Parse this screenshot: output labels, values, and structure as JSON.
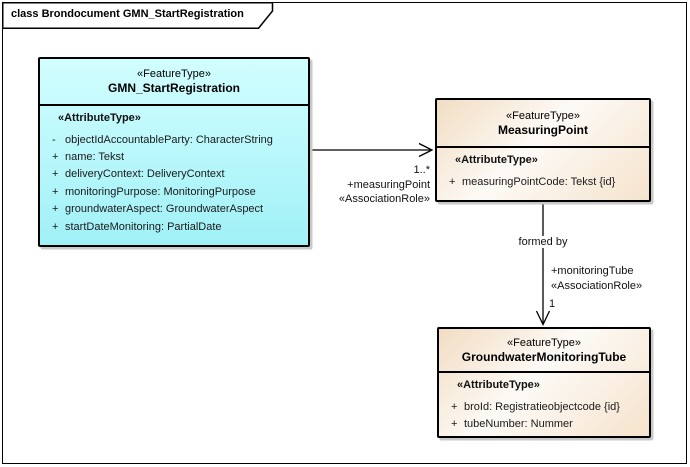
{
  "frame": {
    "title": "class Brondocument GMN_StartRegistration"
  },
  "classes": [
    {
      "stereotype": "«FeatureType»",
      "name": "GMN_StartRegistration",
      "compartment_stereotype": "«AttributeType»",
      "fill_top": "#d2feff",
      "fill_bottom": "#a0f1f7",
      "attributes": [
        {
          "visibility": "-",
          "text": "objectIdAccountableParty: CharacterString"
        },
        {
          "visibility": "+",
          "text": "name: Tekst"
        },
        {
          "visibility": "+",
          "text": "deliveryContext: DeliveryContext"
        },
        {
          "visibility": "+",
          "text": "monitoringPurpose: MonitoringPurpose"
        },
        {
          "visibility": "+",
          "text": "groundwaterAspect: GroundwaterAspect"
        },
        {
          "visibility": "+",
          "text": "startDateMonitoring: PartialDate"
        }
      ]
    },
    {
      "stereotype": "«FeatureType»",
      "name": "MeasuringPoint",
      "compartment_stereotype": "«AttributeType»",
      "fill_top": "#fdfaf6",
      "fill_bottom": "#f5e3cc",
      "attributes": [
        {
          "visibility": "+",
          "text": "measuringPointCode: Tekst {id}"
        }
      ]
    },
    {
      "stereotype": "«FeatureType»",
      "name": "GroundwaterMonitoringTube",
      "compartment_stereotype": "«AttributeType»",
      "fill_top": "#fdfaf6",
      "fill_bottom": "#f5e3cc",
      "attributes": [
        {
          "visibility": "+",
          "text": "broId: Registratieobjectcode {id}"
        },
        {
          "visibility": "+",
          "text": "tubeNumber: Nummer"
        }
      ]
    }
  ],
  "associations": [
    {
      "source": "GMN_StartRegistration",
      "target": "MeasuringPoint",
      "name": "",
      "multiplicity": "1..*",
      "role": "+measuringPoint",
      "stereotype": "«AssociationRole»"
    },
    {
      "source": "MeasuringPoint",
      "target": "GroundwaterMonitoringTube",
      "name": "formed by",
      "multiplicity": "1",
      "role": "+monitoringTube",
      "stereotype": "«AssociationRole»"
    }
  ],
  "colors": {
    "frame_border": "#000000",
    "class_border": "#000000",
    "cyan_fill": "#aefbfe",
    "peach_fill": "#f5e3cc",
    "shadow": "#c9c9c9",
    "background": "#ffffff"
  }
}
